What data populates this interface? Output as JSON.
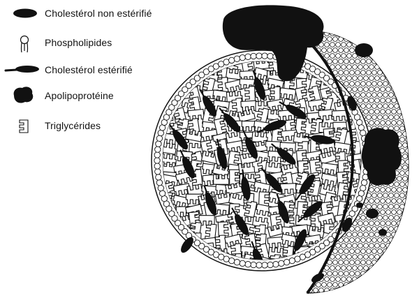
{
  "legend": {
    "items": [
      {
        "id": "chol-free",
        "label": "Cholestérol non estérifié",
        "icon": "black-ellipse-icon"
      },
      {
        "id": "phospho",
        "label": "Phospholipides",
        "icon": "phospholipid-icon"
      },
      {
        "id": "chol-ester",
        "label": "Cholestérol estérifié",
        "icon": "ester-icon"
      },
      {
        "id": "apo",
        "label": "Apolipoprotéine",
        "icon": "apoprotein-blob-icon"
      },
      {
        "id": "tg",
        "label": "Triglycérides",
        "icon": "triglyceride-icon"
      }
    ]
  },
  "colors": {
    "ink": "#111111",
    "fill": "#ffffff",
    "background": "#ffffff"
  }
}
